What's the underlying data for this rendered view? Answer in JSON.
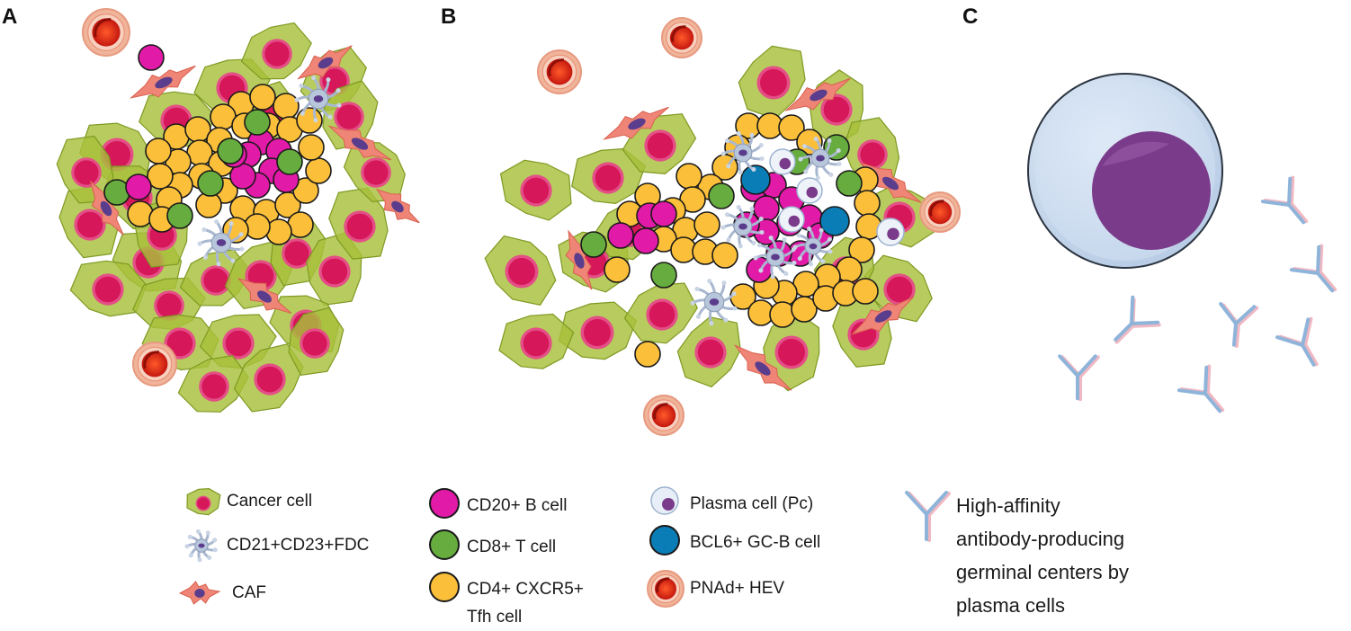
{
  "panels": {
    "a": "A",
    "b": "B",
    "c": "C"
  },
  "legend": {
    "cancer_cell": "Cancer cell",
    "fdc": "CD21+CD23+FDC",
    "caf": "CAF",
    "b_cell": "CD20+ B cell",
    "t_cell": "CD8+ T cell",
    "tfh_line1": "CD4+ CXCR5+",
    "tfh_line2": "Tfh cell",
    "plasma_cell": "Plasma cell (Pc)",
    "gcb_cell": "BCL6+ GC-B cell",
    "hev": "PNAd+ HEV",
    "antibody_line1": "High-affinity",
    "antibody_line2": "antibody-producing",
    "antibody_line3": "germinal centers by",
    "antibody_line4": "plasma cells"
  },
  "colors": {
    "cancer_body": "#a8c03a",
    "cancer_edge": "#7e9a22",
    "cancer_nucleus": "#d6175a",
    "b_cell": "#e21aa8",
    "t_cell": "#66ac3e",
    "tfh": "#fbbf3a",
    "gcb": "#0b7db6",
    "hev_outer": "#f0b49a",
    "hev_inner": "#d9251b",
    "caf": "#ef8576",
    "fdc": "#a9b8d0",
    "plasma_outer": "#dde9f6",
    "plasma_nucleus": "#7a3c8a",
    "antibody_blue": "#8fb4da",
    "antibody_pink": "#efb8c2"
  }
}
